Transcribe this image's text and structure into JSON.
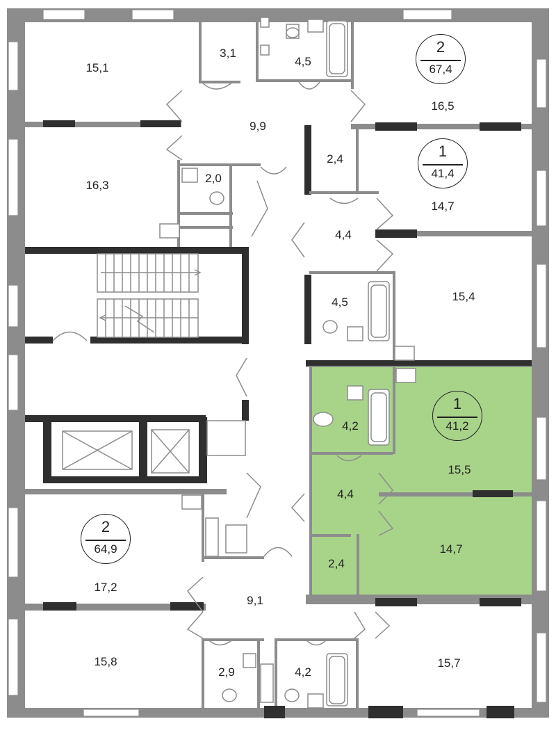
{
  "apartments": [
    {
      "id": "apt-top-2",
      "rooms": "2",
      "area": "67,4",
      "selected": false
    },
    {
      "id": "apt-mid-1",
      "rooms": "1",
      "area": "41,4",
      "selected": false
    },
    {
      "id": "apt-sel-1",
      "rooms": "1",
      "area": "41,2",
      "selected": true
    },
    {
      "id": "apt-bot-2",
      "rooms": "2",
      "area": "64,9",
      "selected": false
    }
  ],
  "rooms": [
    {
      "id": "r1",
      "area": "15,1"
    },
    {
      "id": "r2",
      "area": "3,1"
    },
    {
      "id": "r3",
      "area": "4,5"
    },
    {
      "id": "r4",
      "area": "16,5"
    },
    {
      "id": "r5",
      "area": "9,9"
    },
    {
      "id": "r6",
      "area": "16,3"
    },
    {
      "id": "r7",
      "area": "2,0"
    },
    {
      "id": "r8",
      "area": "2,4"
    },
    {
      "id": "r9",
      "area": "14,7"
    },
    {
      "id": "r10",
      "area": "4,4"
    },
    {
      "id": "r11",
      "area": "4,5"
    },
    {
      "id": "r12",
      "area": "15,4"
    },
    {
      "id": "r13",
      "area": "4,2"
    },
    {
      "id": "r14",
      "area": "15,5"
    },
    {
      "id": "r15",
      "area": "4,4"
    },
    {
      "id": "r16",
      "area": "14,7"
    },
    {
      "id": "r17",
      "area": "2,4"
    },
    {
      "id": "r18",
      "area": "17,2"
    },
    {
      "id": "r19",
      "area": "9,1"
    },
    {
      "id": "r20",
      "area": "15,8"
    },
    {
      "id": "r21",
      "area": "2,9"
    },
    {
      "id": "r22",
      "area": "4,2"
    },
    {
      "id": "r23",
      "area": "15,7"
    }
  ],
  "colors": {
    "highlight": "#a8d48a",
    "wall": "#8c8c8c",
    "wall_dark": "#2f2f2f"
  }
}
